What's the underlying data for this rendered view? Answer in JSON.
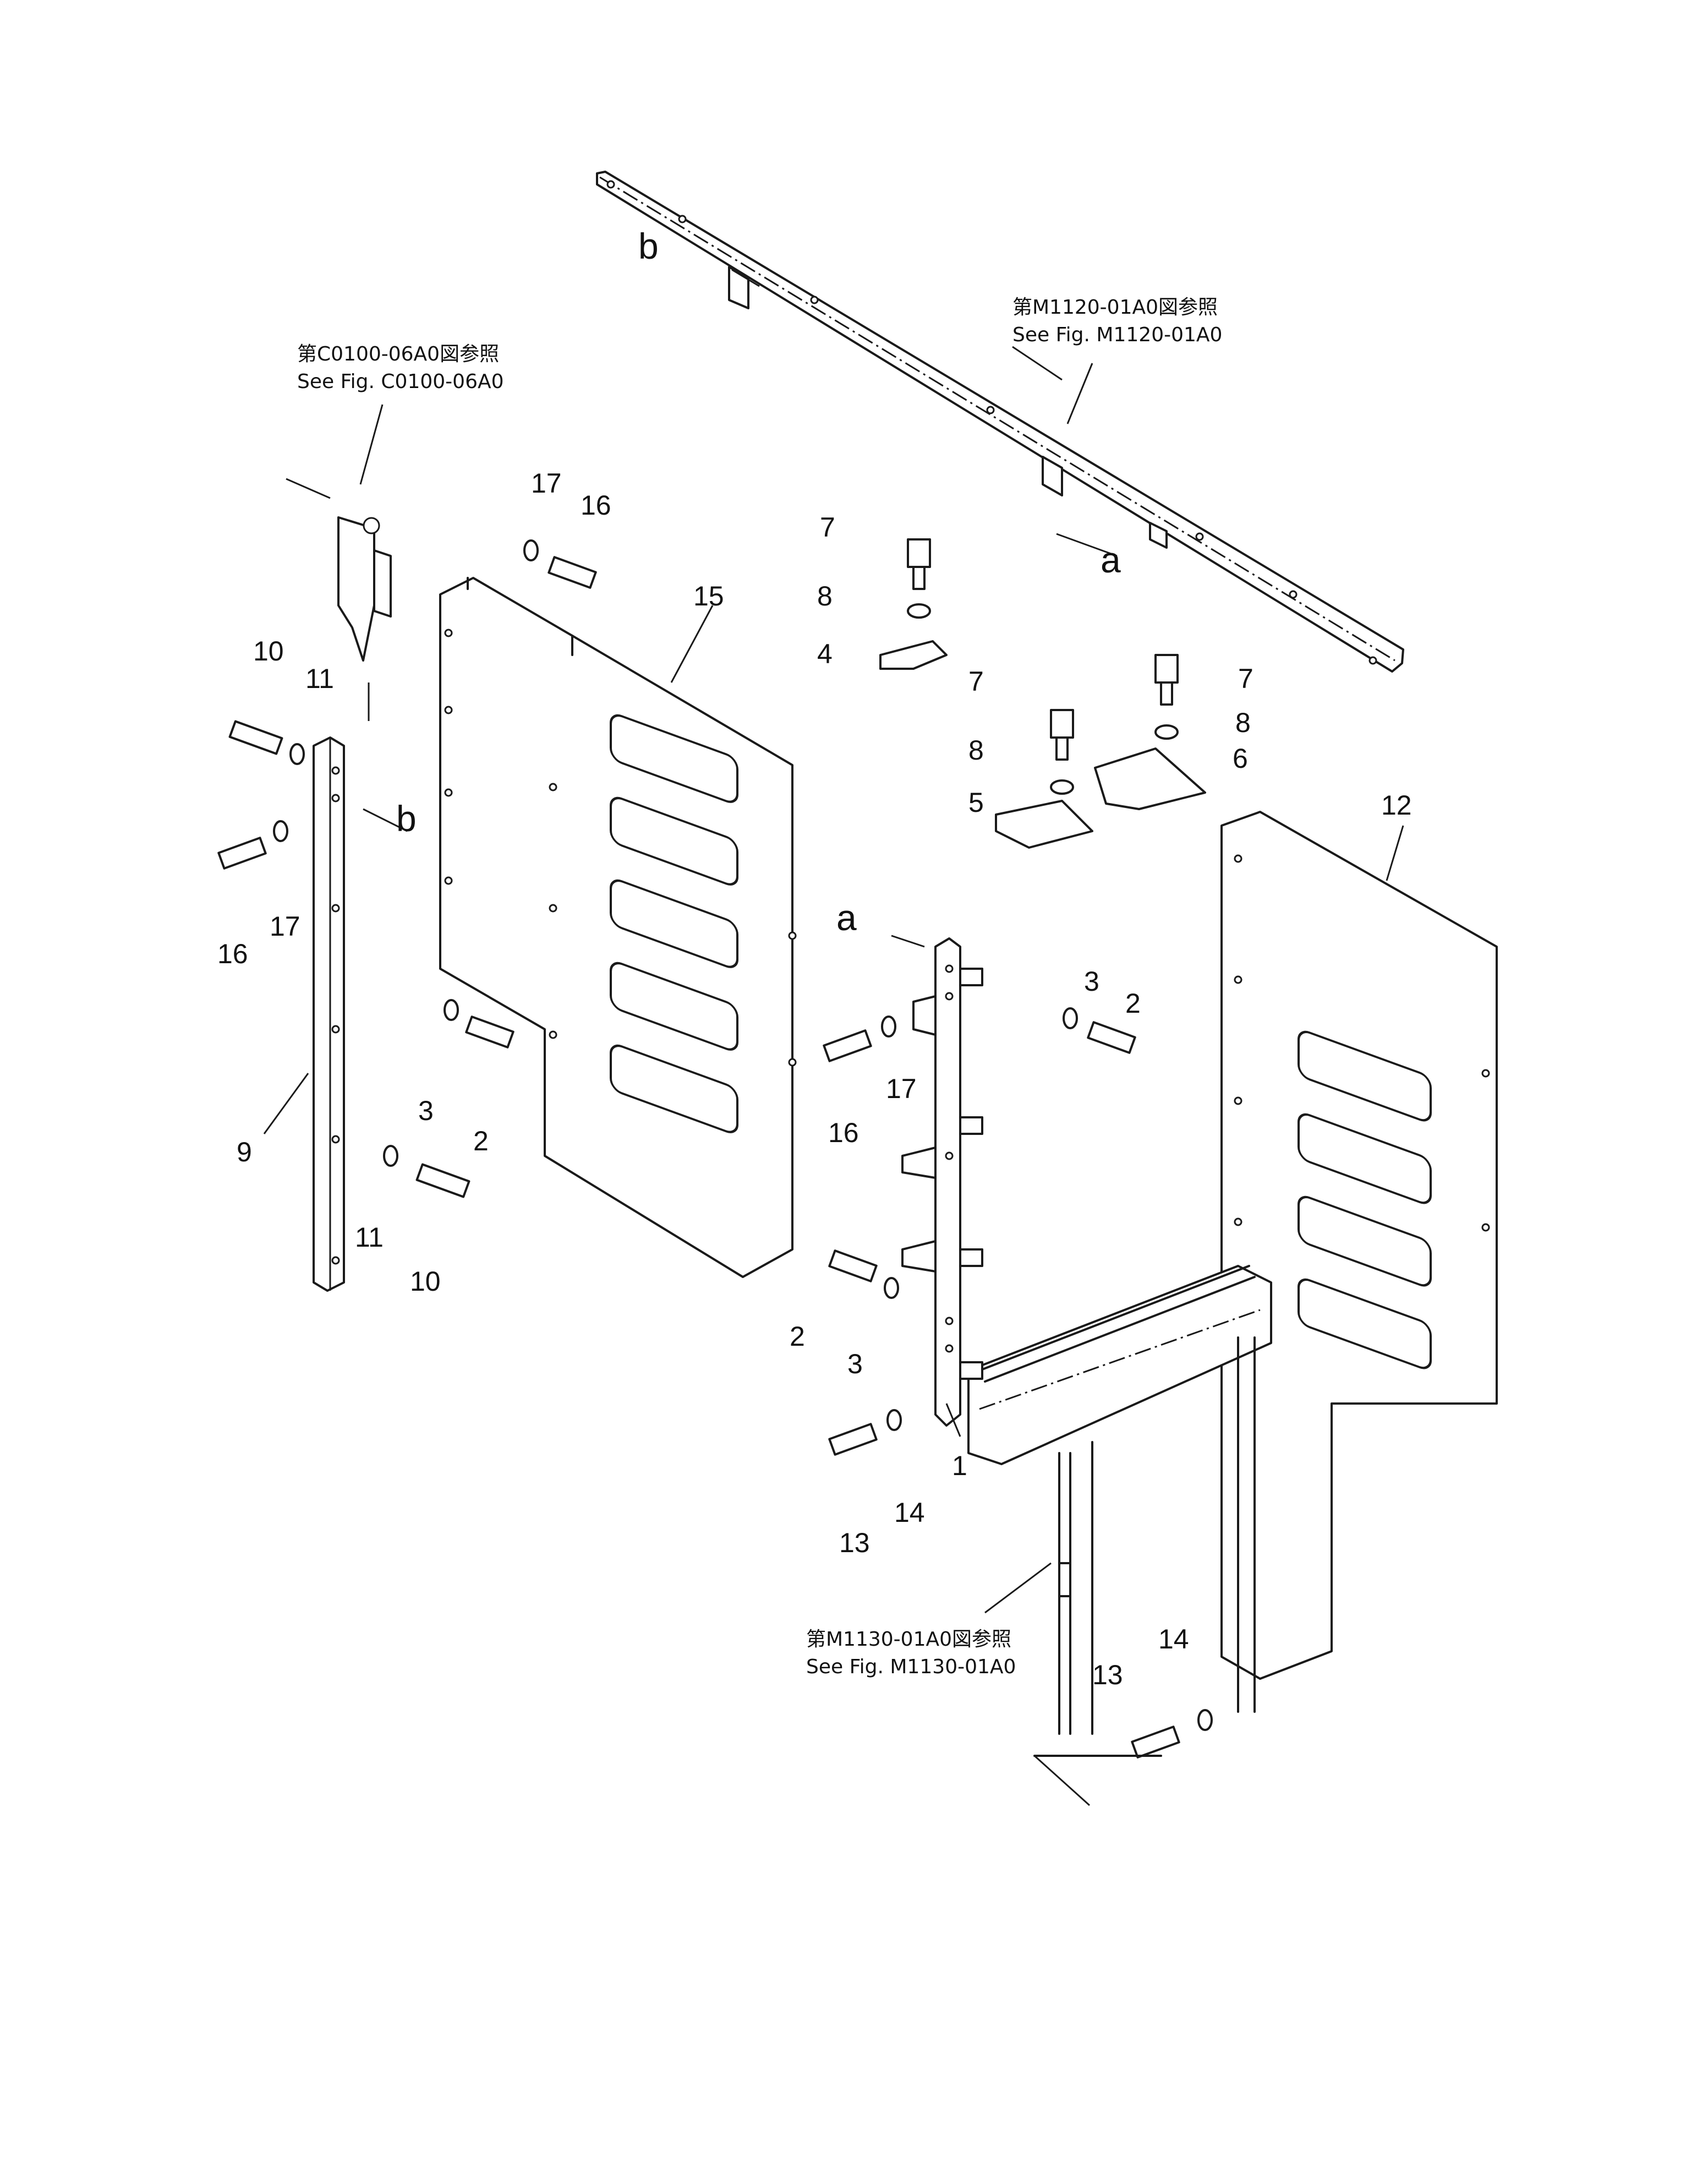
{
  "references": {
    "top_jp": "第M1120-01A0図参照",
    "top_en": "See  Fig. M1120-01A0",
    "left_jp": "第C0100-06A0図参照",
    "left_en": "See  Fig. C0100-06A0",
    "bottom_jp": "第M1130-01A0図参照",
    "bottom_en": "See  Fig. M1130-01A0"
  },
  "view_markers": {
    "a": "a",
    "b": "b"
  },
  "callouts": {
    "n1": "1",
    "n2": "2",
    "n3": "3",
    "n4": "4",
    "n5": "5",
    "n6": "6",
    "n7": "7",
    "n8": "8",
    "n9": "9",
    "n10": "10",
    "n11": "11",
    "n12": "12",
    "n13": "13",
    "n14": "14",
    "n15": "15",
    "n16": "16",
    "n17": "17"
  }
}
